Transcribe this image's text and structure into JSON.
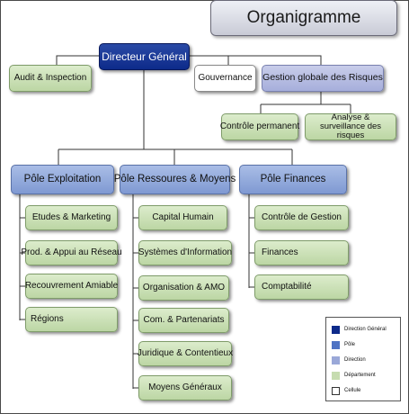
{
  "title": "Organigramme",
  "directeur": "Directeur Général",
  "audit": "Audit & Inspection",
  "gouvernance": "Gouvernance",
  "gestion_risques": "Gestion globale des Risques",
  "controle_permanent": "Contrôle permanent",
  "analyse": "Analyse & surveillance des risques",
  "poles": [
    {
      "label": "Pôle Exploitation",
      "departments": [
        "Etudes & Marketing",
        "Prod. & Appui au Réseau",
        "Recouvrement Amiable",
        "Régions"
      ]
    },
    {
      "label": "Pôle Ressoures & Moyens",
      "departments": [
        "Capital Humain",
        "Systèmes d'Information",
        "Organisation & AMO",
        "Com. & Partenariats",
        "Juridique & Contentieux",
        "Moyens Généraux"
      ]
    },
    {
      "label": "Pôle Finances",
      "departments": [
        "Contrôle de Gestion",
        "Finances",
        "Comptabilité"
      ]
    }
  ],
  "legend": [
    {
      "label": "Direction Général",
      "color": "#0d2a8a"
    },
    {
      "label": "Pôle",
      "color": "#4f73c4"
    },
    {
      "label": "Direction",
      "color": "#9aa8d8"
    },
    {
      "label": "Département",
      "color": "#c6dcb0"
    },
    {
      "label": "Cellule",
      "color": "#ffffff"
    }
  ]
}
